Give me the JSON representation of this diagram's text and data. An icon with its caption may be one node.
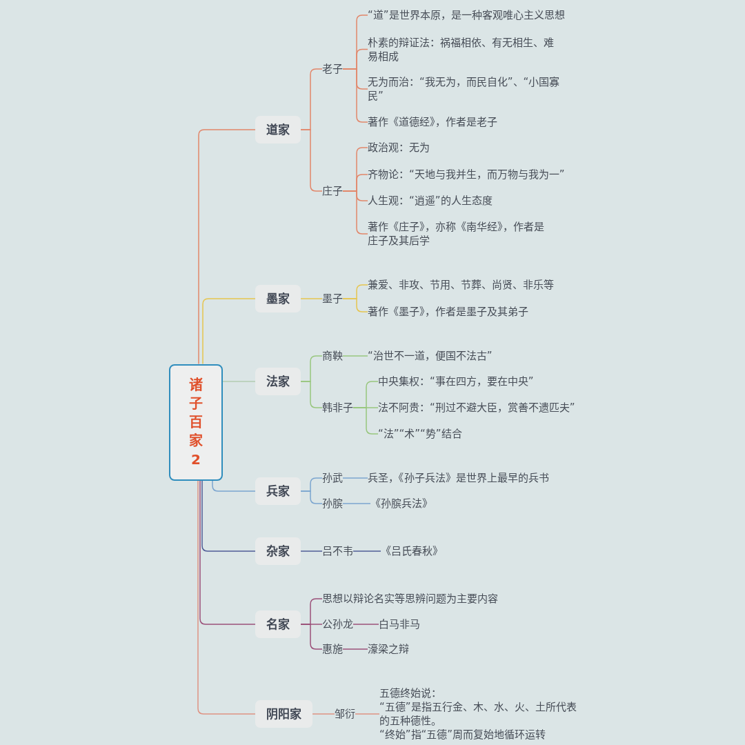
{
  "diagram": {
    "nodes": [
      {
        "text": [
          "诸子百家2"
        ]
      },
      {
        "text": [
          "道家"
        ]
      },
      {
        "text": [
          "老子"
        ]
      },
      {
        "text": [
          "“道”是世界本原，是一种客观唯心主义思想"
        ]
      },
      {
        "text": [
          "朴素的辩证法：祸福相依、有无相生、难易相成"
        ]
      },
      {
        "text": [
          "无为而治：“我无为，而民自化”、“小国寡民”"
        ]
      },
      {
        "text": [
          "著作《道德经》，作者是老子"
        ]
      },
      {
        "text": [
          "庄子"
        ]
      },
      {
        "text": [
          "政治观：无为"
        ]
      },
      {
        "text": [
          "齐物论：“天地与我并生，而万物与我为一”"
        ]
      },
      {
        "text": [
          "人生观：“逍遥”的人生态度"
        ]
      },
      {
        "text": [
          "著作《庄子》，亦称《南华经》，作者是庄子及其后学"
        ]
      },
      {
        "text": [
          "墨家"
        ]
      },
      {
        "text": [
          "墨子"
        ]
      },
      {
        "text": [
          "兼爱、非攻、节用、节葬、尚贤、非乐等"
        ]
      },
      {
        "text": [
          "著作《墨子》，作者是墨子及其弟子"
        ]
      },
      {
        "text": [
          "法家"
        ]
      },
      {
        "text": [
          "商鞅"
        ]
      },
      {
        "text": [
          "“治世不一道，便国不法古”"
        ]
      },
      {
        "text": [
          "韩非子"
        ]
      },
      {
        "text": [
          "中央集权：“事在四方，要在中央”"
        ]
      },
      {
        "text": [
          "法不阿贵：“刑过不避大臣，赏善不遗匹夫”"
        ]
      },
      {
        "text": [
          "“法”“术”“势”结合"
        ]
      },
      {
        "text": [
          "兵家"
        ]
      },
      {
        "text": [
          "孙武"
        ]
      },
      {
        "text": [
          "兵圣，《孙子兵法》是世界上最早的兵书"
        ]
      },
      {
        "text": [
          "孙膑"
        ]
      },
      {
        "text": [
          "《孙膑兵法》"
        ]
      },
      {
        "text": [
          "杂家"
        ]
      },
      {
        "text": [
          "吕不韦"
        ]
      },
      {
        "text": [
          "《吕氏春秋》"
        ]
      },
      {
        "text": [
          "名家"
        ]
      },
      {
        "text": [
          "思想以辩论名实等思辨问题为主要内容"
        ]
      },
      {
        "text": [
          "公孙龙"
        ]
      },
      {
        "text": [
          "白马非马"
        ]
      },
      {
        "text": [
          "惠施"
        ]
      },
      {
        "text": [
          "濠梁之辩"
        ]
      },
      {
        "text": [
          "阴阳家"
        ]
      },
      {
        "text": [
          "邹衍"
        ]
      },
      {
        "text": [
          "五德终始说：",
          "“五德”是指五行金、木、水、火、土所代表的五种德性。",
          "“终始”指“五德”周而复始地循环运转"
        ]
      }
    ],
    "edges": [
      {
        "from": 0,
        "to": 1,
        "arrow": "none"
      },
      {
        "from": 1,
        "to": 2,
        "arrow": "none"
      },
      {
        "from": 2,
        "to": 3,
        "arrow": "none"
      },
      {
        "from": 2,
        "to": 4,
        "arrow": "none"
      },
      {
        "from": 2,
        "to": 5,
        "arrow": "none"
      },
      {
        "from": 2,
        "to": 6,
        "arrow": "none"
      },
      {
        "from": 1,
        "to": 7,
        "arrow": "none"
      },
      {
        "from": 7,
        "to": 8,
        "arrow": "none"
      },
      {
        "from": 7,
        "to": 9,
        "arrow": "none"
      },
      {
        "from": 7,
        "to": 10,
        "arrow": "none"
      },
      {
        "from": 7,
        "to": 11,
        "arrow": "none"
      },
      {
        "from": 0,
        "to": 12,
        "arrow": "none",
        "color": "#e6c54f"
      },
      {
        "from": 12,
        "to": 13,
        "arrow": "none",
        "color": "#e6c54f"
      },
      {
        "from": 13,
        "to": 14,
        "arrow": "none",
        "color": "#e6c54f"
      },
      {
        "from": 13,
        "to": 15,
        "arrow": "none",
        "color": "#e6c54f"
      },
      {
        "from": 0,
        "to": 16,
        "arrow": "none",
        "color": "#b3cbb0"
      },
      {
        "from": 16,
        "to": 17,
        "arrow": "none",
        "color": "#98c67e"
      },
      {
        "from": 17,
        "to": 18,
        "arrow": "none",
        "color": "#98c67e"
      },
      {
        "from": 16,
        "to": 19,
        "arrow": "none",
        "color": "#98c67e"
      },
      {
        "from": 19,
        "to": 20,
        "arrow": "none",
        "color": "#98c67e"
      },
      {
        "from": 19,
        "to": 21,
        "arrow": "none",
        "color": "#98c67e"
      },
      {
        "from": 19,
        "to": 22,
        "arrow": "none",
        "color": "#98c67e"
      },
      {
        "from": 0,
        "to": 23,
        "arrow": "none",
        "color": "#7ba5cf"
      },
      {
        "from": 23,
        "to": 24,
        "arrow": "none",
        "color": "#7ba5cf"
      },
      {
        "from": 24,
        "to": 25,
        "arrow": "none",
        "color": "#7ba5cf"
      },
      {
        "from": 23,
        "to": 26,
        "arrow": "none",
        "color": "#7ba5cf"
      },
      {
        "from": 26,
        "to": 27,
        "arrow": "none",
        "color": "#7ba5cf"
      },
      {
        "from": 0,
        "to": 28,
        "arrow": "none",
        "color": "#4f5c96"
      },
      {
        "from": 28,
        "to": 29,
        "arrow": "none",
        "color": "#4f5c96"
      },
      {
        "from": 29,
        "to": 30,
        "arrow": "none",
        "color": "#4f5c96"
      },
      {
        "from": 0,
        "to": 31,
        "arrow": "none",
        "color": "#9b5079"
      },
      {
        "from": 31,
        "to": 32,
        "arrow": "none",
        "color": "#9b5079"
      },
      {
        "from": 31,
        "to": 33,
        "arrow": "none",
        "color": "#9b5079"
      },
      {
        "from": 33,
        "to": 34,
        "arrow": "none",
        "color": "#9b5079"
      },
      {
        "from": 31,
        "to": 35,
        "arrow": "none",
        "color": "#9b5079"
      },
      {
        "from": 35,
        "to": 36,
        "arrow": "none",
        "color": "#9b5079"
      },
      {
        "from": 0,
        "to": 37,
        "arrow": "none",
        "color": "#df9282"
      },
      {
        "from": 37,
        "to": 38,
        "arrow": "none",
        "color": "#df9282"
      },
      {
        "from": 38,
        "to": 39,
        "arrow": "none",
        "color": "#df9282"
      }
    ]
  }
}
